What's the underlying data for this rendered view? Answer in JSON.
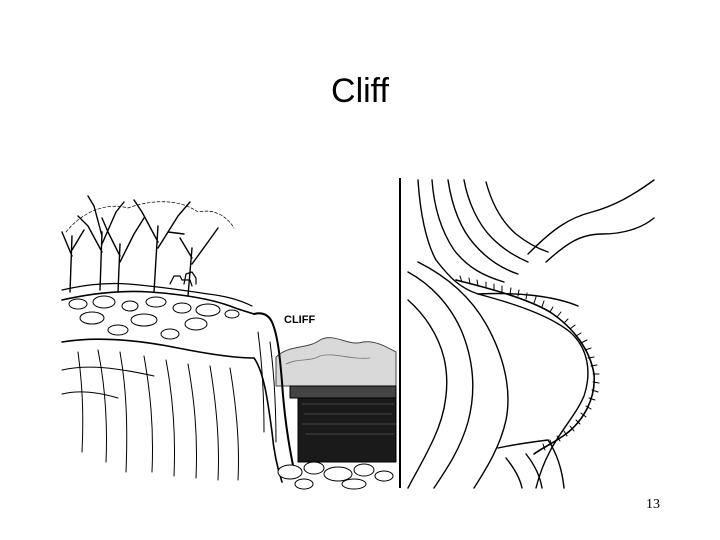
{
  "slide": {
    "title": "Cliff",
    "page_number": "13"
  },
  "figure": {
    "sketch_label": "CLIFF"
  }
}
